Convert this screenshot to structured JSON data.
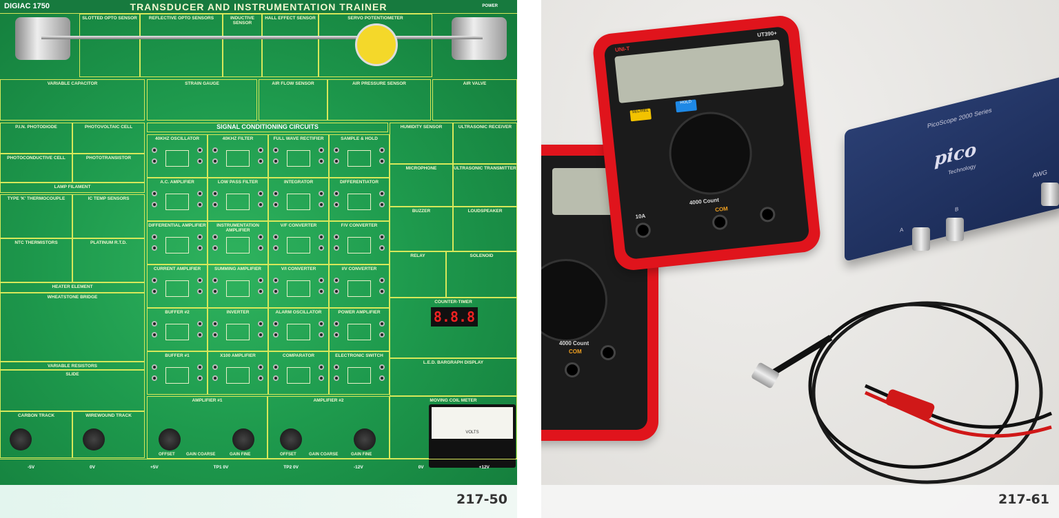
{
  "left_panel": {
    "logo": "DIGIAC 1750",
    "title": "TRANSDUCER AND INSTRUMENTATION TRAINER",
    "power_label": "POWER",
    "signal_conditioning_title": "SIGNAL CONDITIONING CIRCUITS",
    "modules": {
      "slotted": "Slotted Opto Sensor",
      "reflective": "Reflective Opto Sensors",
      "inductive": "Inductive Sensor",
      "hall": "Hall Effect Sensor",
      "servo": "Servo Potentiometer",
      "varcap": "Variable Capacitor",
      "strain": "Strain Gauge",
      "airflow": "Air Flow Sensor",
      "airpress": "Air Pressure Sensor",
      "airvalve": "Air Valve",
      "pin": "P.I.N. Photodiode",
      "pv": "Photovoltaic Cell",
      "pc": "Photoconductive Cell",
      "pt": "Phototransistor",
      "lamp": "Lamp Filament",
      "tc": "Type 'K' Thermocouple",
      "ic": "IC Temp Sensors",
      "ntc": "NTC Thermistors",
      "rtd": "Platinum R.T.D.",
      "heater": "Heater Element",
      "wheat": "Wheatstone Bridge",
      "varres": "Variable Resistors",
      "slide": "Slide",
      "carbon": "Carbon Track",
      "wire": "Wirewound Track",
      "osc": "40kHz Oscillator",
      "filt": "40kHz Filter",
      "fwr": "Full Wave Rectifier",
      "sh": "Sample & Hold",
      "ac": "A.C. Amplifier",
      "lpf": "Low Pass Filter",
      "int": "Integrator",
      "diff": "Differentiator",
      "da": "Differential Amplifier",
      "ia": "Instrumentation Amplifier",
      "vf": "V/F Converter",
      "fv": "F/V Converter",
      "ca": "Current Amplifier",
      "sa": "Summing Amplifier",
      "vi": "V/I Converter",
      "iv": "I/V Converter",
      "b2": "Buffer #2",
      "inv": "Inverter",
      "alarm": "Alarm Oscillator",
      "pa": "Power Amplifier",
      "b1": "Buffer #1",
      "x100": "X100 Amplifier",
      "comp": "Comparator",
      "esw": "Electronic Switch",
      "hum": "Humidity Sensor",
      "usr": "Ultrasonic Receiver",
      "mic": "Microphone",
      "ust": "Ultrasonic Transmitter",
      "buz": "Buzzer",
      "ls": "Loudspeaker",
      "relay": "Relay",
      "sol": "Solenoid",
      "ct": "Counter-Timer",
      "bg": "L.E.D. Bargraph Display",
      "mcm": "Moving Coil Meter",
      "amp1": "Amplifier #1",
      "amp2": "Amplifier #2"
    },
    "knob_labels": {
      "offset": "OFFSET",
      "coarse": "GAIN COARSE",
      "fine": "GAIN FINE"
    },
    "counter_display": "8.8.8",
    "meter_unit": "VOLTS",
    "power_strip": [
      "-5V",
      "0V",
      "+5V",
      "TP1 0V",
      "TP2 0V",
      "-12V",
      "0V",
      "+12V"
    ],
    "caption": "217-50"
  },
  "right_panel": {
    "multimeter": {
      "brand": "UNI-T",
      "model": "UT390+",
      "count": "4000 Count",
      "sel_button": "SEL/REL",
      "hold_button": "HOLD",
      "com": "COM",
      "amp_socket": "10A",
      "colors": {
        "body": "#e0141c",
        "sel": "#f2c200",
        "hold": "#1e88e5"
      }
    },
    "multimeter_partial": {
      "count": "4000 Count",
      "com": "COM"
    },
    "oscilloscope": {
      "series": "PicoScope 2000 Series",
      "brand": "pico",
      "sub": "Technology",
      "awg": "AWG",
      "ch_a": "A",
      "ch_b": "B"
    },
    "caption": "217-61"
  }
}
